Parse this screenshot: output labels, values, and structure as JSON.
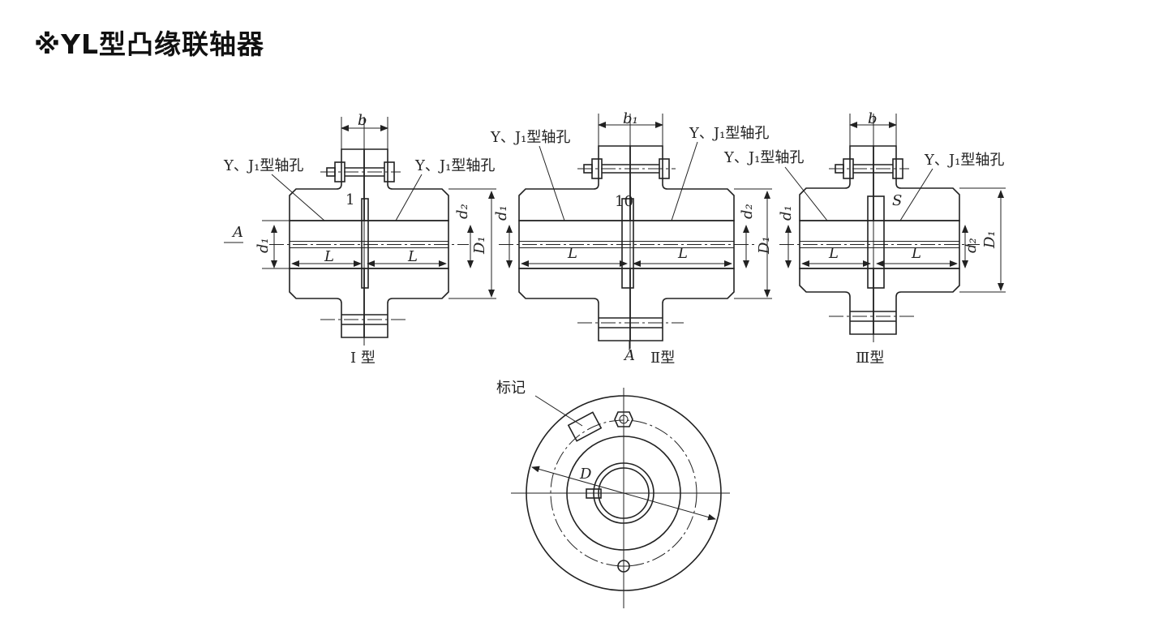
{
  "title": "※YL型凸缘联轴器",
  "labels": {
    "bore_type": "Y、J₁型轴孔",
    "b": "b",
    "b1": "b₁",
    "d1": "d₁",
    "d2": "d₂",
    "D1": "D₁",
    "L": "L",
    "A": "A",
    "gap_1": "1",
    "gap_10": "10",
    "S": "S",
    "D": "D",
    "mark": "标记"
  },
  "views": {
    "type1": "I 型",
    "type2": "Ⅱ型",
    "type3": "Ⅲ型",
    "section_A": "A"
  }
}
